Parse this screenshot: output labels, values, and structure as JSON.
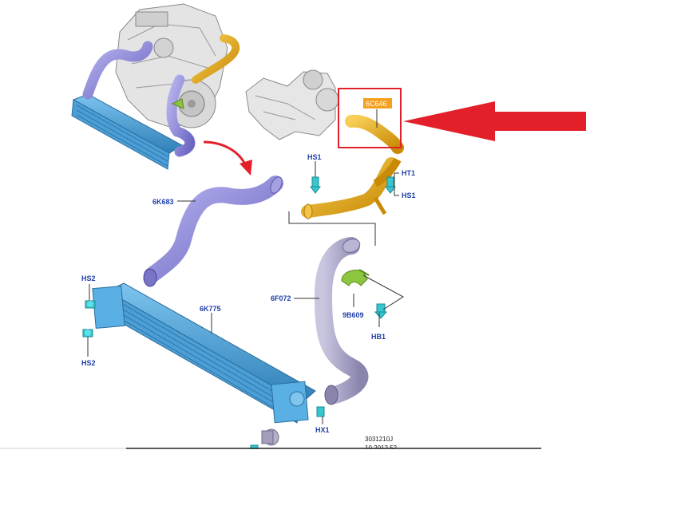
{
  "labels": {
    "hose_upper": "6K683",
    "intercooler": "6K775",
    "hose_lower": "6F072",
    "clip": "9B609",
    "highlighted_part": "6C646",
    "hs1": "HS1",
    "ht1": "HT1",
    "hs1_b": "HS1",
    "hs2_top": "HS2",
    "hs2_bottom": "HS2",
    "hb1": "HB1",
    "hx1": "HX1"
  },
  "reference": {
    "drawing_number": "3031210J",
    "date_partial": "10.2012.52"
  },
  "colors": {
    "hose_purple": "#8b86d8",
    "hose_lavender": "#a9a4cc",
    "intercooler_blue": "#4b9fd6",
    "pipe_orange": "#e6a817",
    "fastener_cyan": "#37c6d0",
    "clip_green": "#8cc63f",
    "highlight_box": "#e0202a",
    "arrow_red": "#e3202a",
    "label_blue": "#1f3fa8"
  }
}
